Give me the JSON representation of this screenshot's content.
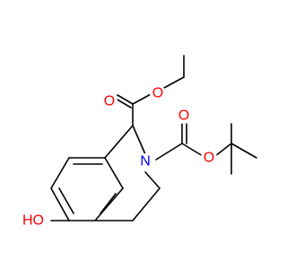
{
  "molecule": {
    "atoms": {
      "ester_carbonyl_O": {
        "label": "O",
        "color": "#ff0000"
      },
      "ester_O": {
        "label": "O",
        "color": "#ff0000"
      },
      "boc_carbonyl_O": {
        "label": "O",
        "color": "#ff0000"
      },
      "boc_O": {
        "label": "O",
        "color": "#ff0000"
      },
      "ring_N": {
        "label": "N",
        "color": "#0000ff"
      },
      "hydroxyl": {
        "label": "HO",
        "color": "#ff0000"
      }
    },
    "bond_color": "#000000",
    "background": "#ffffff"
  }
}
